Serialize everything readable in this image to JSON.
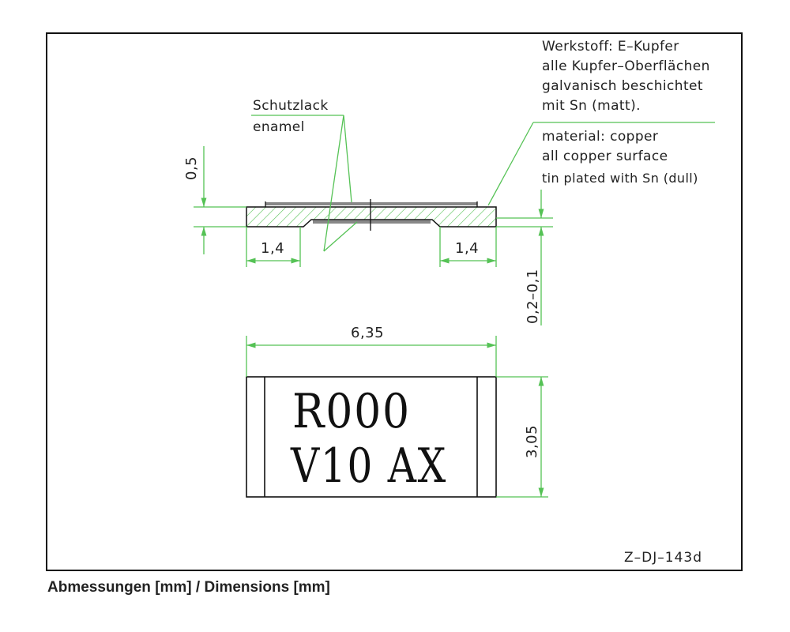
{
  "notes": {
    "werkstoff": [
      "Werkstoff: E–Kupfer",
      "alle Kupfer–Oberflächen",
      "galvanisch beschichtet",
      "mit Sn (matt)."
    ],
    "material": [
      "material: copper",
      "all copper surface",
      "tin plated with Sn (dull)"
    ],
    "schutzlack": "Schutzlack",
    "enamel": "enamel"
  },
  "dimensions": {
    "thickness": "0,5",
    "pad_left": "1,4",
    "pad_right": "1,4",
    "coating": "0,2–0,1",
    "length": "6,35",
    "width": "3,05"
  },
  "marking": {
    "line1": "R000",
    "line2": "V10 AX"
  },
  "drawing_number": "Z–DJ–143d",
  "caption": "Abmessungen [mm] / Dimensions [mm]",
  "colors": {
    "dimension_line": "#55c255",
    "outline": "#111111",
    "plating": "#888888"
  }
}
